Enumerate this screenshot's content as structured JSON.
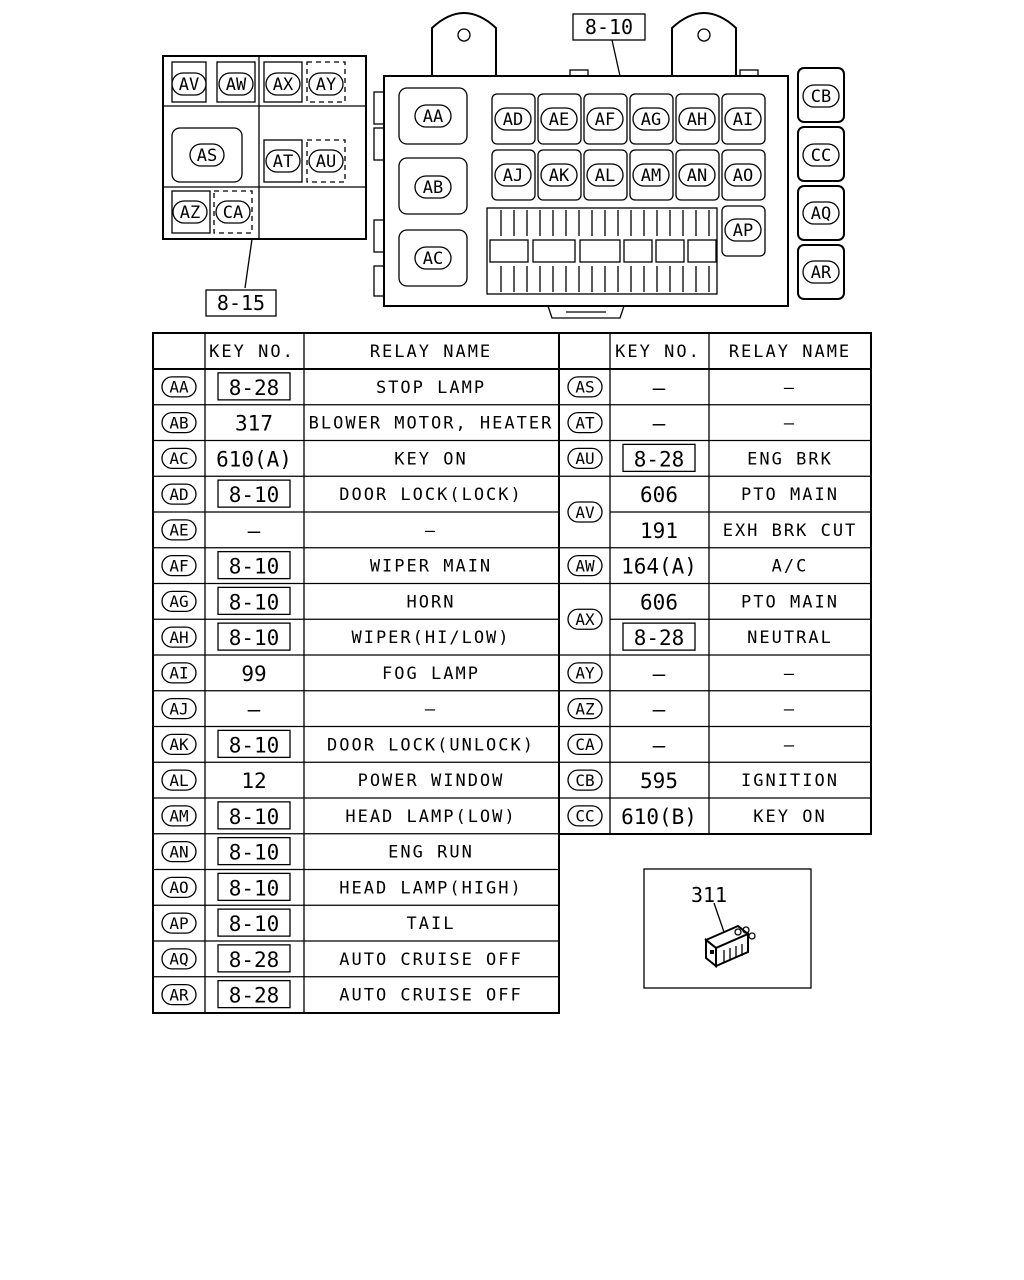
{
  "callouts": {
    "main_box": "8-10",
    "aux_box": "8-15",
    "relay_part": "311"
  },
  "main_box_slots": [
    "AA",
    "AB",
    "AC",
    "AD",
    "AE",
    "AF",
    "AG",
    "AH",
    "AI",
    "AJ",
    "AK",
    "AL",
    "AM",
    "AN",
    "AO",
    "AP"
  ],
  "side_relays": [
    "CB",
    "CC",
    "AQ",
    "AR"
  ],
  "aux_box_slots": [
    "AV",
    "AW",
    "AX",
    "AY",
    "AS",
    "AT",
    "AU",
    "AZ",
    "CA"
  ],
  "table": {
    "headers": {
      "key_no": "KEY NO.",
      "relay_name": "RELAY NAME"
    },
    "dash": "—",
    "left_rows": [
      {
        "id": "AA",
        "key": "8-28",
        "boxed": true,
        "name": "STOP LAMP"
      },
      {
        "id": "AB",
        "key": "317",
        "boxed": false,
        "name": "BLOWER MOTOR, HEATER"
      },
      {
        "id": "AC",
        "key": "610(A)",
        "boxed": false,
        "name": "KEY ON"
      },
      {
        "id": "AD",
        "key": "8-10",
        "boxed": true,
        "name": "DOOR LOCK(LOCK)"
      },
      {
        "id": "AE",
        "key": "—",
        "boxed": false,
        "name": "—"
      },
      {
        "id": "AF",
        "key": "8-10",
        "boxed": true,
        "name": "WIPER MAIN"
      },
      {
        "id": "AG",
        "key": "8-10",
        "boxed": true,
        "name": "HORN"
      },
      {
        "id": "AH",
        "key": "8-10",
        "boxed": true,
        "name": "WIPER(HI/LOW)"
      },
      {
        "id": "AI",
        "key": "99",
        "boxed": false,
        "name": "FOG LAMP"
      },
      {
        "id": "AJ",
        "key": "—",
        "boxed": false,
        "name": "—"
      },
      {
        "id": "AK",
        "key": "8-10",
        "boxed": true,
        "name": "DOOR LOCK(UNLOCK)"
      },
      {
        "id": "AL",
        "key": "12",
        "boxed": false,
        "name": "POWER WINDOW"
      },
      {
        "id": "AM",
        "key": "8-10",
        "boxed": true,
        "name": "HEAD LAMP(LOW)"
      },
      {
        "id": "AN",
        "key": "8-10",
        "boxed": true,
        "name": "ENG RUN"
      },
      {
        "id": "AO",
        "key": "8-10",
        "boxed": true,
        "name": "HEAD LAMP(HIGH)"
      },
      {
        "id": "AP",
        "key": "8-10",
        "boxed": true,
        "name": "TAIL"
      },
      {
        "id": "AQ",
        "key": "8-28",
        "boxed": true,
        "name": "AUTO CRUISE OFF"
      },
      {
        "id": "AR",
        "key": "8-28",
        "boxed": true,
        "name": "AUTO CRUISE OFF"
      }
    ],
    "right_rows": [
      {
        "id": "AS",
        "entries": [
          {
            "key": "—",
            "boxed": false,
            "name": "—"
          }
        ]
      },
      {
        "id": "AT",
        "entries": [
          {
            "key": "—",
            "boxed": false,
            "name": "—"
          }
        ]
      },
      {
        "id": "AU",
        "entries": [
          {
            "key": "8-28",
            "boxed": true,
            "name": "ENG BRK"
          }
        ]
      },
      {
        "id": "AV",
        "entries": [
          {
            "key": "606",
            "boxed": false,
            "name": "PTO MAIN"
          },
          {
            "key": "191",
            "boxed": false,
            "name": "EXH BRK CUT"
          }
        ]
      },
      {
        "id": "AW",
        "entries": [
          {
            "key": "164(A)",
            "boxed": false,
            "name": "A/C"
          }
        ]
      },
      {
        "id": "AX",
        "entries": [
          {
            "key": "606",
            "boxed": false,
            "name": "PTO MAIN"
          },
          {
            "key": "8-28",
            "boxed": true,
            "name": "NEUTRAL"
          }
        ]
      },
      {
        "id": "AY",
        "entries": [
          {
            "key": "—",
            "boxed": false,
            "name": "—"
          }
        ]
      },
      {
        "id": "AZ",
        "entries": [
          {
            "key": "—",
            "boxed": false,
            "name": "—"
          }
        ]
      },
      {
        "id": "CA",
        "entries": [
          {
            "key": "—",
            "boxed": false,
            "name": "—"
          }
        ]
      },
      {
        "id": "CB",
        "entries": [
          {
            "key": "595",
            "boxed": false,
            "name": "IGNITION"
          }
        ]
      },
      {
        "id": "CC",
        "entries": [
          {
            "key": "610(B)",
            "boxed": false,
            "name": "KEY ON"
          }
        ]
      }
    ]
  }
}
